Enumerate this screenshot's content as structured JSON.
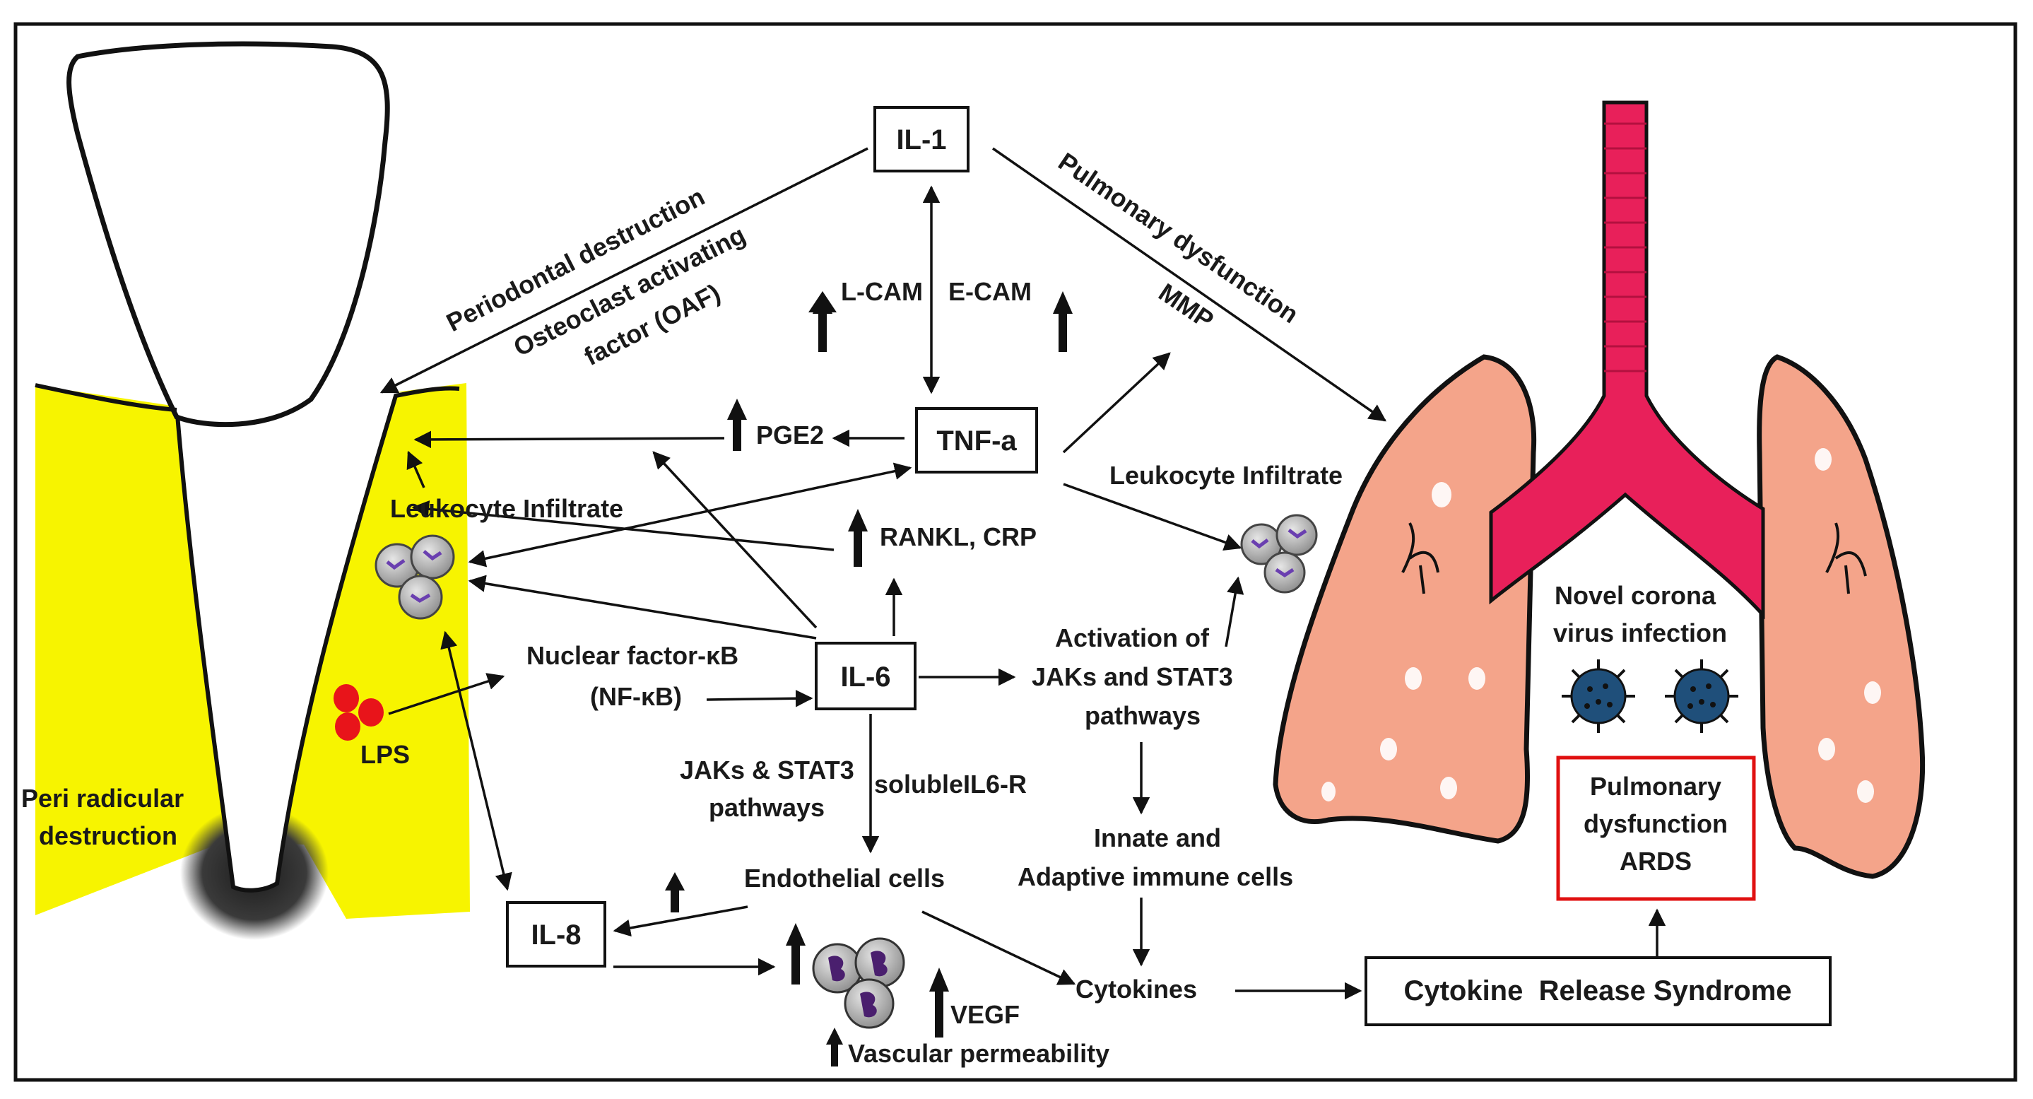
{
  "colors": {
    "bone": "#f7f400",
    "lung": "#f4a48a",
    "trachea": "#e8205a",
    "virus": "#1f4f7a",
    "lps": "#e8141a",
    "ards_border": "#e01010",
    "outline": "#111111"
  },
  "nodes": {
    "il1": "IL-1",
    "tnfa": "TNF-a",
    "il6": "IL-6",
    "il8": "IL-8",
    "crs": "Cytokine  Release Syndrome",
    "ards_line1": "Pulmonary",
    "ards_line2": "dysfunction",
    "ards_line3": "ARDS"
  },
  "labels": {
    "periodontal_destruction": "Periodontal destruction",
    "oaf_line1": "Osteoclast activating",
    "oaf_line2": "factor (OAF)",
    "pulmonary_dysfunction": "Pulmonary dysfunction",
    "mmp": "MMP",
    "lcam": "L-CAM",
    "ecam": "E-CAM",
    "pge2": "PGE2",
    "rankl_crp": "RANKL, CRP",
    "leukocyte_left": "Leukocyte Infiltrate",
    "leukocyte_right": "Leukocyte Infiltrate",
    "nfkb_line1": "Nuclear factor-κB",
    "nfkb_line2": "(NF-κB)",
    "lps": "LPS",
    "peri_line1": "Peri radicular",
    "peri_line2": "destruction",
    "jak_left_line1": "JAKs & STAT3",
    "jak_left_line2": "pathways",
    "soluble_il6r": "solubleIL6-R",
    "activation_line1": "Activation of",
    "activation_line2": "JAKs and STAT3",
    "activation_line3": "pathways",
    "innate_line1": "Innate and",
    "innate_line2": "Adaptive immune cells",
    "endothelial": "Endothelial cells",
    "cytokines": "Cytokines",
    "vegf": "VEGF",
    "vascular": "Vascular permeability",
    "novel_line1": "Novel corona",
    "novel_line2": "virus infection"
  },
  "icons": [
    "tooth-icon",
    "leukocyte-cluster-icon",
    "neutrophil-cluster-icon",
    "virus-icon",
    "lung-icon",
    "trachea-icon",
    "lps-dots-icon",
    "up-arrow-icon"
  ]
}
